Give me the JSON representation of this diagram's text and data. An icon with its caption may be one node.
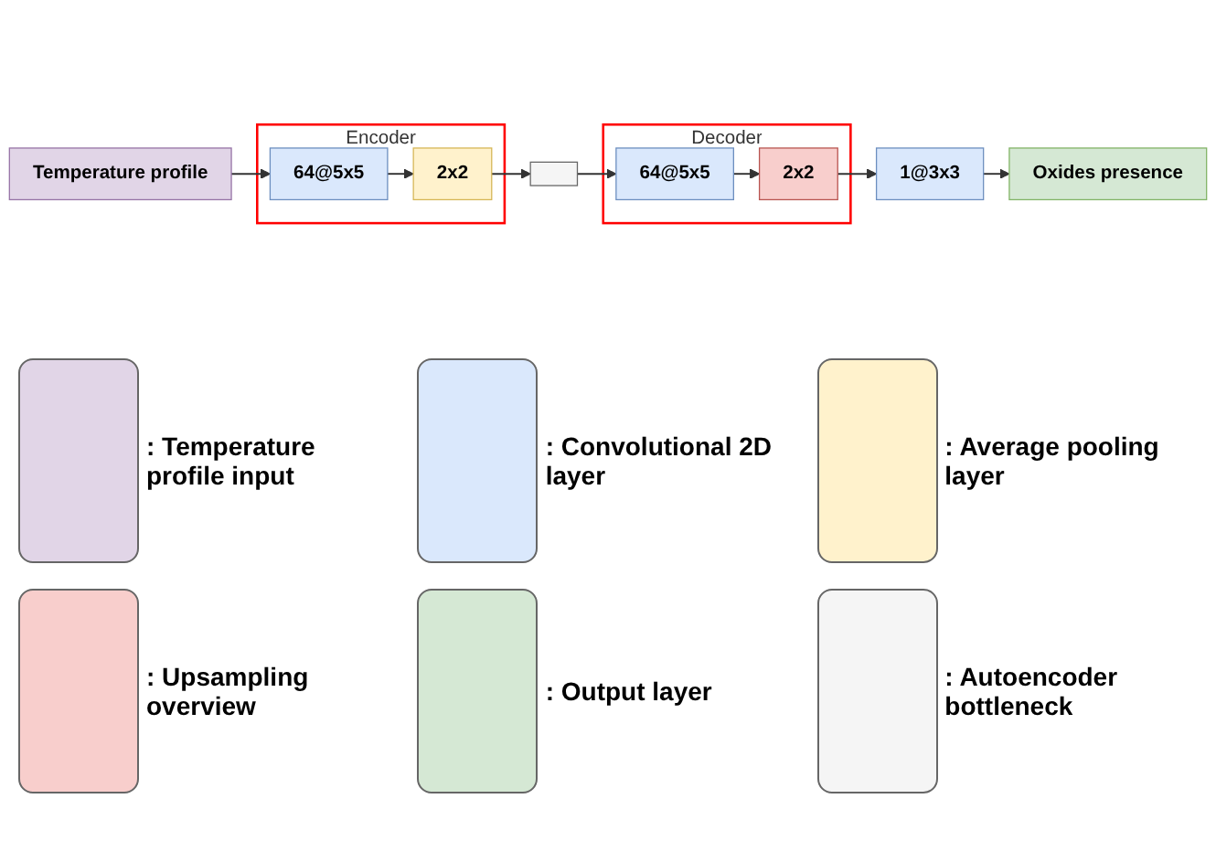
{
  "diagram": {
    "nodes": [
      {
        "text": [
          "Temperature profile"
        ]
      },
      {
        "text": [
          "Encoder"
        ]
      },
      {
        "text": [
          "64@5x5"
        ],
        "in": 1
      },
      {
        "text": [
          "2x2"
        ],
        "in": 1
      },
      {
        "text": [],
        "shape": "box"
      },
      {
        "text": [
          "Decoder"
        ]
      },
      {
        "text": [
          "64@5x5"
        ],
        "in": 5
      },
      {
        "text": [
          "2x2"
        ],
        "in": 5
      },
      {
        "text": [
          "1@3x3"
        ]
      },
      {
        "text": [
          "Oxides presence"
        ]
      }
    ],
    "edges": [
      {
        "from": 0,
        "to": 2,
        "arrow": "to"
      },
      {
        "from": 2,
        "to": 3,
        "arrow": "to"
      },
      {
        "from": 3,
        "to": 4,
        "arrow": "to"
      },
      {
        "from": 4,
        "to": 6,
        "arrow": "to"
      },
      {
        "from": 6,
        "to": 7,
        "arrow": "to"
      },
      {
        "from": 7,
        "to": 8,
        "arrow": "to"
      },
      {
        "from": 8,
        "to": 9,
        "arrow": "to"
      }
    ],
    "legend": [
      {
        "text": ": Temperature profile input",
        "color": "#e1d5e7"
      },
      {
        "text": ": Convolutional 2D layer",
        "color": "#dae8fc"
      },
      {
        "text": ": Average pooling layer",
        "color": "#fff2cc"
      },
      {
        "text": ": Upsampling overview",
        "color": "#f8cecc"
      },
      {
        "text": ": Output layer",
        "color": "#d5e8d4"
      },
      {
        "text": ": Autoencoder bottleneck",
        "color": "#f5f5f5"
      }
    ]
  }
}
